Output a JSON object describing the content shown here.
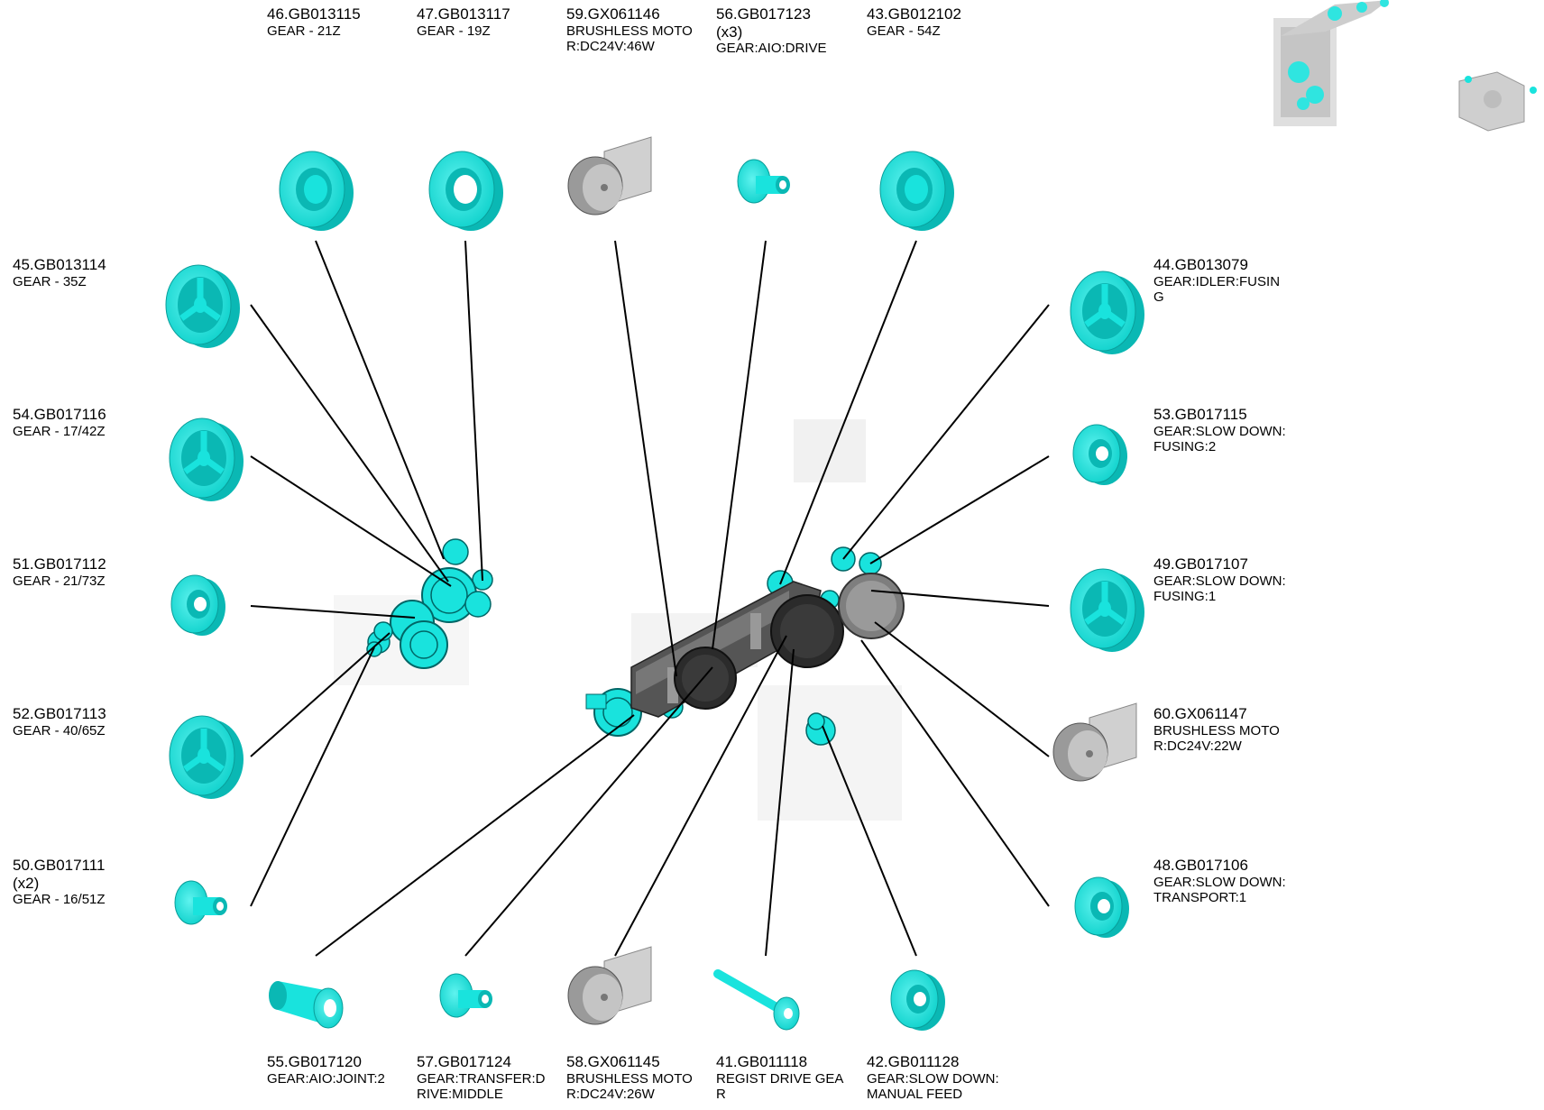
{
  "colors": {
    "part": "#19e3dd",
    "part_dark": "#0ab8b4",
    "motor": "#9a9a9a",
    "motor_dark": "#2a2a2a",
    "line": "#000000"
  },
  "parts": [
    {
      "id": "46",
      "number": "46.GB013115",
      "desc": "GEAR - 21Z",
      "icon": "gear-wheel"
    },
    {
      "id": "47",
      "number": "47.GB013117",
      "desc": "GEAR - 19Z",
      "icon": "gear-ring"
    },
    {
      "id": "59",
      "number": "59.GX061146",
      "desc": "BRUSHLESS MOTOR:DC24V:46W",
      "icon": "motor"
    },
    {
      "id": "56",
      "number": "56.GB017123",
      "qty": "(x3)",
      "desc": "GEAR:AIO:DRIVE",
      "icon": "gear-shaft"
    },
    {
      "id": "43",
      "number": "43.GB012102",
      "desc": "GEAR - 54Z",
      "icon": "gear-wheel"
    },
    {
      "id": "45",
      "number": "45.GB013114",
      "desc": "GEAR - 35Z",
      "icon": "gear-spoked"
    },
    {
      "id": "54",
      "number": "54.GB017116",
      "desc": "GEAR - 17/42Z",
      "icon": "gear-spoked"
    },
    {
      "id": "51",
      "number": "51.GB017112",
      "desc": "GEAR - 21/73Z",
      "icon": "gear-small"
    },
    {
      "id": "52",
      "number": "52.GB017113",
      "desc": "GEAR - 40/65Z",
      "icon": "gear-spoked"
    },
    {
      "id": "50",
      "number": "50.GB017111",
      "qty": "(x2)",
      "desc": "GEAR - 16/51Z",
      "icon": "gear-shaft"
    },
    {
      "id": "44",
      "number": "44.GB013079",
      "desc": "GEAR:IDLER:FUSING",
      "icon": "gear-spoked"
    },
    {
      "id": "53",
      "number": "53.GB017115",
      "desc": "GEAR:SLOW DOWN:FUSING:2",
      "icon": "gear-small"
    },
    {
      "id": "49",
      "number": "49.GB017107",
      "desc": "GEAR:SLOW DOWN:FUSING:1",
      "icon": "gear-spoked"
    },
    {
      "id": "60",
      "number": "60.GX061147",
      "desc": "BRUSHLESS MOTOR:DC24V:22W",
      "icon": "motor"
    },
    {
      "id": "48",
      "number": "48.GB017106",
      "desc": "GEAR:SLOW DOWN:TRANSPORT:1",
      "icon": "gear-small"
    },
    {
      "id": "55",
      "number": "55.GB017120",
      "desc": "GEAR:AIO:JOINT:2",
      "icon": "coupling"
    },
    {
      "id": "57",
      "number": "57.GB017124",
      "desc": "GEAR:TRANSFER:DRIVE:MIDDLE",
      "icon": "gear-shaft"
    },
    {
      "id": "58",
      "number": "58.GX061145",
      "desc": "BRUSHLESS MOTOR:DC24V:26W",
      "icon": "motor"
    },
    {
      "id": "41",
      "number": "41.GB011118",
      "desc": "REGIST DRIVE GEAR",
      "icon": "shaft"
    },
    {
      "id": "42",
      "number": "42.GB011128",
      "desc": "GEAR:SLOW DOWN:MANUAL FEED",
      "icon": "gear-small"
    }
  ]
}
